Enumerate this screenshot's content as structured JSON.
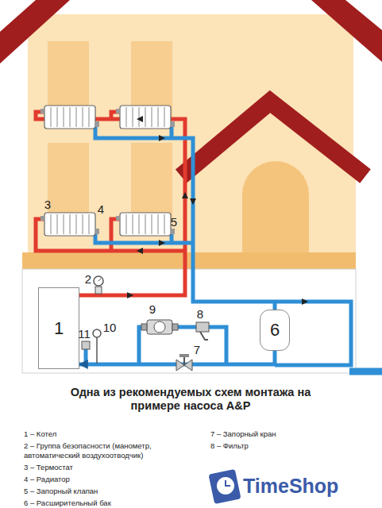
{
  "diagram": {
    "title": "Одна из рекомендуемых схем монтажа на примере насоса A&P",
    "nodes": [
      {
        "text": [
          "1"
        ]
      },
      {
        "text": [
          "6"
        ]
      }
    ],
    "edges": [
      {
        "from": 1,
        "to": 0,
        "arrow": "to"
      }
    ],
    "labels": [
      "3",
      "4",
      "5",
      "2",
      "9",
      "8",
      "10",
      "11",
      "7",
      "1 – Котел",
      "2 – Группа безопасности (манометр, автоматический воздухоотводчик)",
      "3 – Термостат",
      "4 – Радиатор",
      "5 – Запорный клапан",
      "6 – Расширительный бак",
      "7 – Запорный кран",
      "8 – Фильтр",
      "TimeShop"
    ]
  }
}
